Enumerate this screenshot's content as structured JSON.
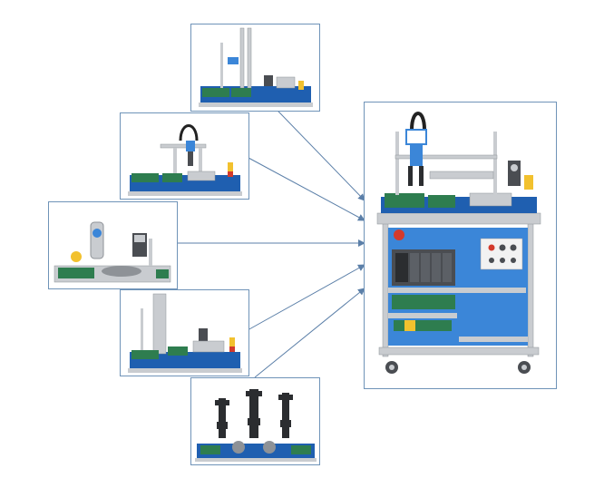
{
  "colors": {
    "frame_border": "#6f93b8",
    "arrow": "#5b7fa8",
    "panel_blue": "#1f5fb0",
    "panel_blue_light": "#3b86d8",
    "aluminium": "#c9ccd0",
    "aluminium_dark": "#8e9297",
    "terminal_green": "#2e7d4f",
    "plc_gray": "#4a4d52",
    "beacon_yellow": "#f2c12e",
    "beacon_red": "#d33a2c"
  },
  "diagram": {
    "modules": [
      {
        "id": "module-gantry-vertical",
        "depicts": "vertical-lift-station"
      },
      {
        "id": "module-gantry-crossbar",
        "depicts": "pick-and-place-gantry-station"
      },
      {
        "id": "module-rotary-table",
        "depicts": "rotary-indexing-station"
      },
      {
        "id": "module-column-store",
        "depicts": "vertical-storage-station"
      },
      {
        "id": "module-press-triplet",
        "depicts": "triple-press-station"
      }
    ],
    "target": {
      "id": "main-workstation-cart",
      "depicts": "mobile-trainer-cart-with-plc"
    },
    "relation": "each-module-mounts-on-cart"
  }
}
